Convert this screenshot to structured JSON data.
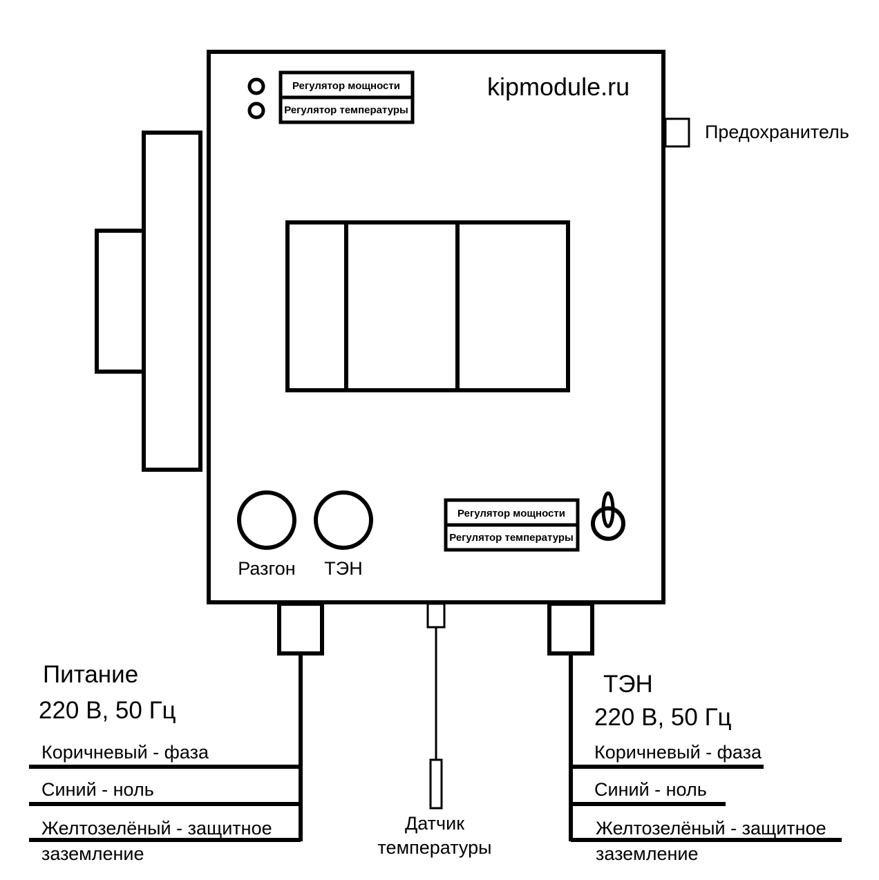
{
  "brand": "kipmodule.ru",
  "fuse_label": "Предохранитель",
  "top_panel": {
    "power_regulator": "Регулятор мощности",
    "temp_regulator": "Регулятор температуры"
  },
  "bottom_panel": {
    "power_regulator": "Регулятор мощности",
    "temp_regulator": "Регулятор температуры"
  },
  "indicators": {
    "boost": "Разгон",
    "heater": "ТЭН"
  },
  "power_in": {
    "title": "Питание",
    "spec": "220 В, 50 Гц",
    "wires": [
      "Коричневый - фаза",
      "Синий - ноль",
      "Желтозелёный - защитное",
      "заземление"
    ]
  },
  "sensor": {
    "line1": "Датчик",
    "line2": "температуры"
  },
  "heater_out": {
    "title": "ТЭН",
    "spec": "220 В, 50 Гц",
    "wires": [
      "Коричневый - фаза",
      "Синий - ноль",
      "Желтозелёный - защитное",
      "заземление"
    ]
  }
}
